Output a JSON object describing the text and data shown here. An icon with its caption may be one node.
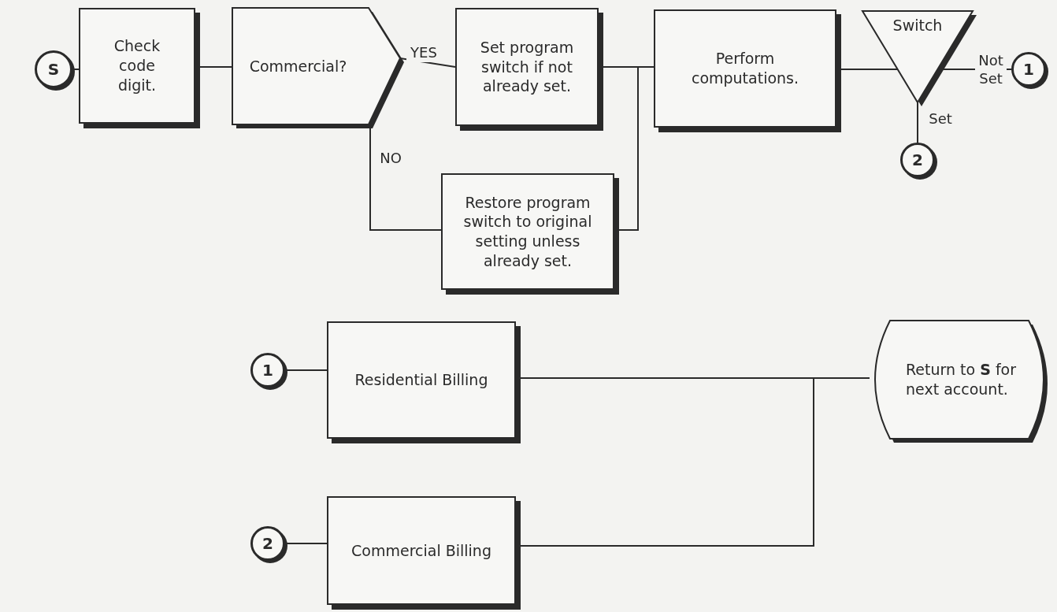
{
  "diagram": {
    "nodes": [
      {
        "text": [
          "S"
        ]
      },
      {
        "text": [
          "Check code digit."
        ]
      },
      {
        "text": [
          "Commercial?"
        ]
      },
      {
        "text": [
          "Set program switch if not already set."
        ]
      },
      {
        "text": [
          "Restore program switch to original setting unless already set."
        ]
      },
      {
        "text": [
          "Perform computations."
        ]
      },
      {
        "text": [
          "Switch"
        ]
      },
      {
        "text": [
          "1"
        ]
      },
      {
        "text": [
          "2"
        ]
      },
      {
        "text": [
          "1"
        ]
      },
      {
        "text": [
          "Residential Billing"
        ]
      },
      {
        "text": [
          "2"
        ]
      },
      {
        "text": [
          "Commercial Billing"
        ]
      },
      {
        "text": [
          "Return to **S** for next account."
        ]
      }
    ],
    "edges": [
      {
        "from": 0,
        "to": 1,
        "arrow": "none"
      },
      {
        "from": 1,
        "to": 2,
        "arrow": "none"
      },
      {
        "from": 2,
        "to": 3,
        "arrow": "none",
        "label": "YES"
      },
      {
        "from": 2,
        "to": 4,
        "arrow": "none",
        "label": "NO"
      },
      {
        "from": 3,
        "to": 5,
        "arrow": "none"
      },
      {
        "from": 4,
        "to": 5,
        "arrow": "none"
      },
      {
        "from": 5,
        "to": 6,
        "arrow": "none"
      },
      {
        "from": 6,
        "to": 7,
        "arrow": "none",
        "label": "Not Set"
      },
      {
        "from": 6,
        "to": 8,
        "arrow": "none",
        "label": "Set"
      },
      {
        "from": 9,
        "to": 10,
        "arrow": "none"
      },
      {
        "from": 11,
        "to": 12,
        "arrow": "none"
      },
      {
        "from": 10,
        "to": 13,
        "arrow": "none"
      },
      {
        "from": 12,
        "to": 13,
        "arrow": "none"
      }
    ]
  }
}
